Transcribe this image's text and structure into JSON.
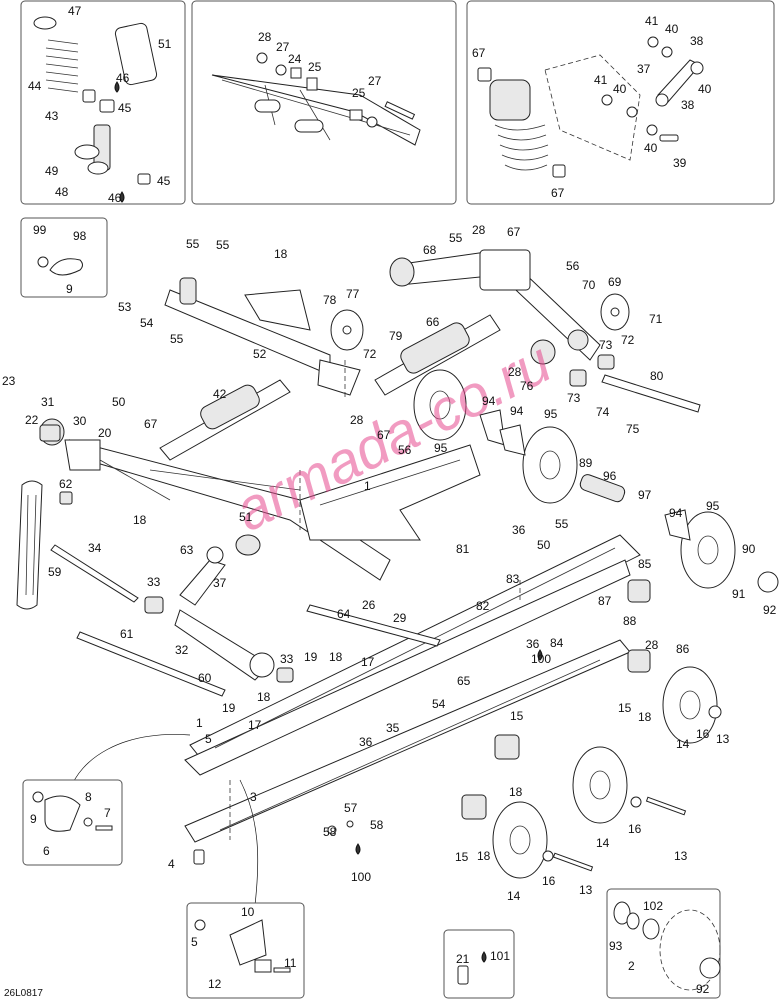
{
  "figure_code": "26L0817",
  "watermark": "armada-co.ru",
  "colors": {
    "line": "#222222",
    "background": "#ffffff",
    "watermark": "#e64a8f"
  },
  "callouts": {
    "c47": "47",
    "c51": "51",
    "c44": "44",
    "c46a": "46",
    "c43": "43",
    "c45a": "45",
    "c49": "49",
    "c48": "48",
    "c46b": "46",
    "c45b": "45",
    "c28a": "28",
    "c27a": "27",
    "c24": "24",
    "c25a": "25",
    "c27b": "27",
    "c25b": "25",
    "c67a": "67",
    "c41a": "41",
    "c40a": "40",
    "c38a": "38",
    "c37a": "37",
    "c40b": "40",
    "c41b": "41",
    "c40c": "40",
    "c38b": "38",
    "c40d": "40",
    "c39": "39",
    "c67b": "67",
    "c99": "99",
    "c98": "98",
    "c9a": "9",
    "c55a": "55",
    "c55b": "55",
    "c18a": "18",
    "c68": "68",
    "c55c": "55",
    "c28b": "28",
    "c67c": "67",
    "c56a": "56",
    "c70": "70",
    "c69": "69",
    "c53": "53",
    "c54a": "54",
    "c78": "78",
    "c77": "77",
    "c71": "71",
    "c55d": "55",
    "c52": "52",
    "c79": "79",
    "c66": "66",
    "c72a": "72",
    "c72b": "72",
    "c73a": "73",
    "c28c": "28",
    "c76": "76",
    "c80": "80",
    "c23": "23",
    "c42": "42",
    "c73b": "73",
    "c31": "31",
    "c50a": "50",
    "c28d": "28",
    "c74": "74",
    "c22": "22",
    "c67d": "67",
    "c94a": "94",
    "c94b": "94",
    "c75": "75",
    "c30": "30",
    "c56b": "56",
    "c95a": "95",
    "c95b": "95",
    "c20": "20",
    "c1a": "1",
    "c89": "89",
    "c96": "96",
    "c62": "62",
    "c97": "97",
    "c95c": "95",
    "c18b": "18",
    "c51b": "51",
    "c94c": "94",
    "c63": "63",
    "c36a": "36",
    "c55e": "55",
    "c90": "90",
    "c50b": "50",
    "c81": "81",
    "c34": "34",
    "c37b": "37",
    "c59": "59",
    "c33a": "33",
    "c83": "83",
    "c91": "91",
    "c92a": "92",
    "c85": "85",
    "c82": "82",
    "c26": "26",
    "c87": "87",
    "c64": "64",
    "c29": "29",
    "c88": "88",
    "c61": "61",
    "c32": "32",
    "c36b": "36",
    "c84": "84",
    "c28e": "28",
    "c86": "86",
    "c19a": "19",
    "c18c": "18",
    "c33b": "33",
    "c17a": "17",
    "c100a": "100",
    "c65": "65",
    "c60": "60",
    "c18d": "18",
    "c54b": "54",
    "c19b": "19",
    "c17b": "17",
    "c15a": "15",
    "c1b": "1",
    "c35": "35",
    "c18e": "18",
    "c5a": "5",
    "c36c": "36",
    "c16a": "16",
    "c13a": "13",
    "c14a": "14",
    "c15b": "15",
    "c18f": "18",
    "c3": "3",
    "c8": "8",
    "c9b": "9",
    "c7": "7",
    "c6": "6",
    "c57": "57",
    "c58a": "58",
    "c58b": "58",
    "c16b": "16",
    "c14b": "14",
    "c13b": "13",
    "c15c": "15",
    "c18g": "18",
    "c100b": "100",
    "c4": "4",
    "c14c": "14",
    "c16c": "16",
    "c13c": "13",
    "c10": "10",
    "c5b": "5",
    "c11": "11",
    "c12": "12",
    "c21": "21",
    "c101": "101",
    "c102": "102",
    "c93": "93",
    "c2": "2",
    "c92b": "92"
  }
}
